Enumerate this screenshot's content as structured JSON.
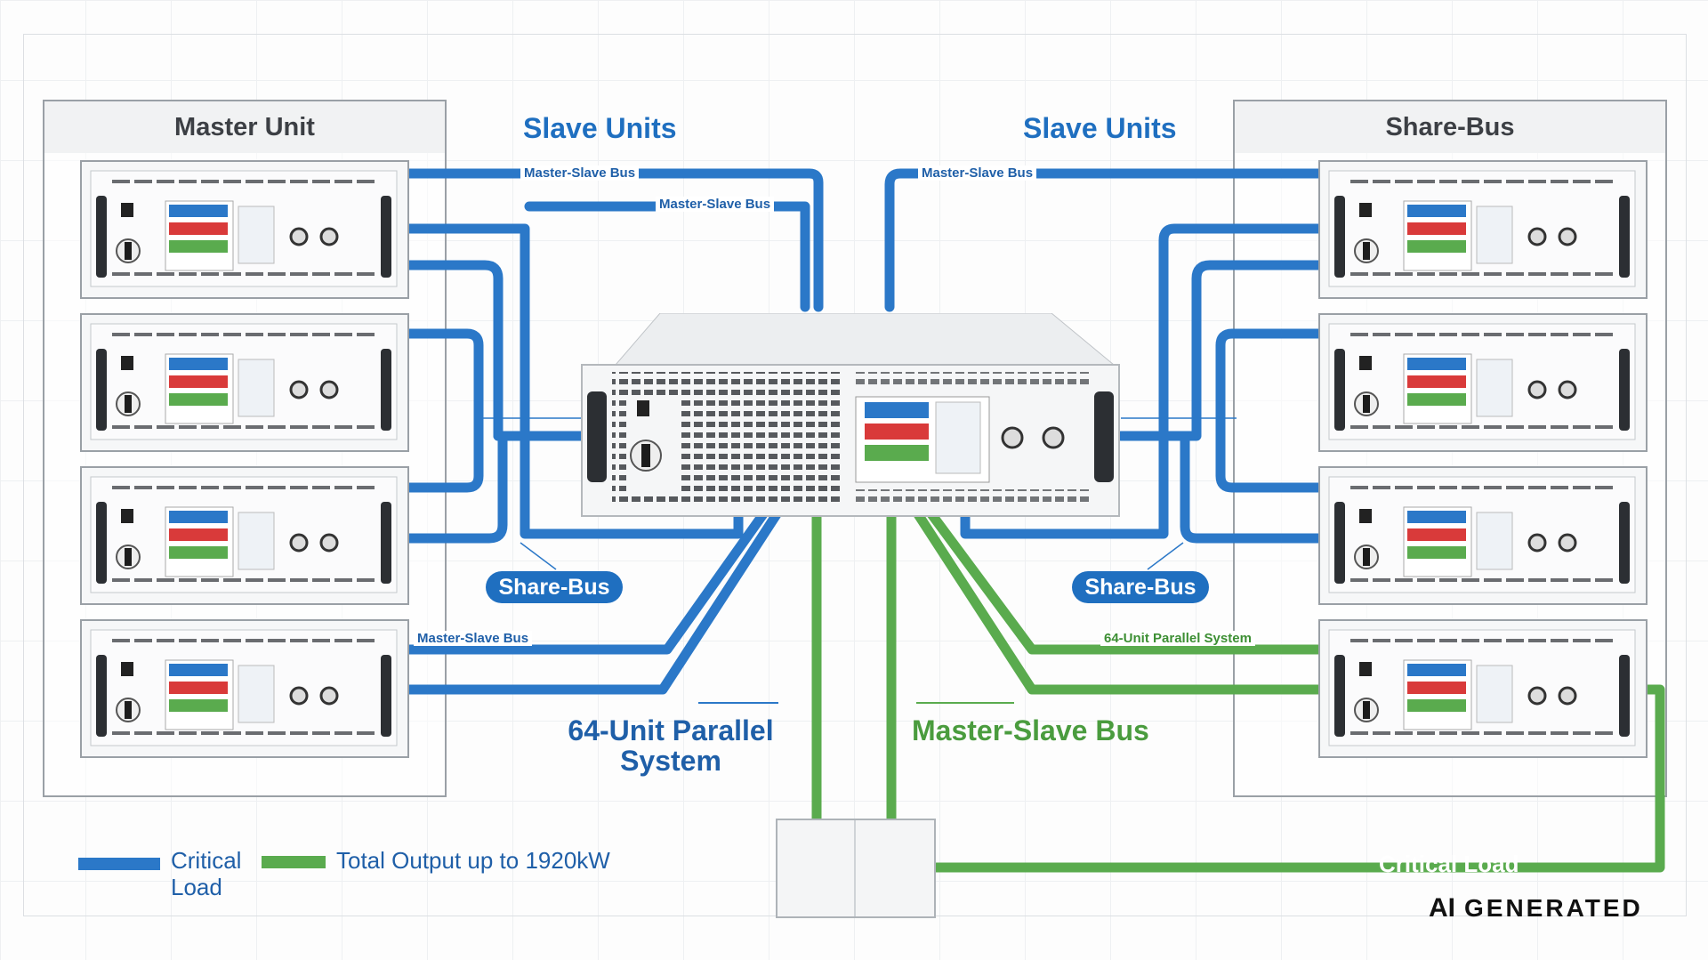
{
  "panels": {
    "master_unit_title": "Master Unit",
    "share_bus_title": "Share-Bus"
  },
  "headings": {
    "slave_units_left": "Slave Units",
    "slave_units_right": "Slave Units"
  },
  "bus_labels": {
    "top_left_1": "Master-Slave Bus",
    "top_left_2": "Master-Slave Bus",
    "top_right": "Master-Slave Bus",
    "lower_left": "Master-Slave Bus",
    "lower_right": "64-Unit Parallel System"
  },
  "pills": {
    "left": "Share-Bus",
    "right": "Share-Bus"
  },
  "big_labels": {
    "parallel_system": "64-Unit Parallel System",
    "master_slave_bus": "Master-Slave Bus"
  },
  "legend": {
    "blue_label": "Critical Load",
    "green_label": "Total Output up to 1920kW"
  },
  "critical_load_label": "Critical Load",
  "badge": {
    "prefix": "AI",
    "text": "GENERATED"
  },
  "colors": {
    "blue_bus": "#2b78c8",
    "green_bus": "#5aab4e",
    "panel_border": "#9aa0a6"
  },
  "icons": [
    "power-switch-icon",
    "display-screen-icon",
    "knob-icon",
    "handle-icon"
  ]
}
